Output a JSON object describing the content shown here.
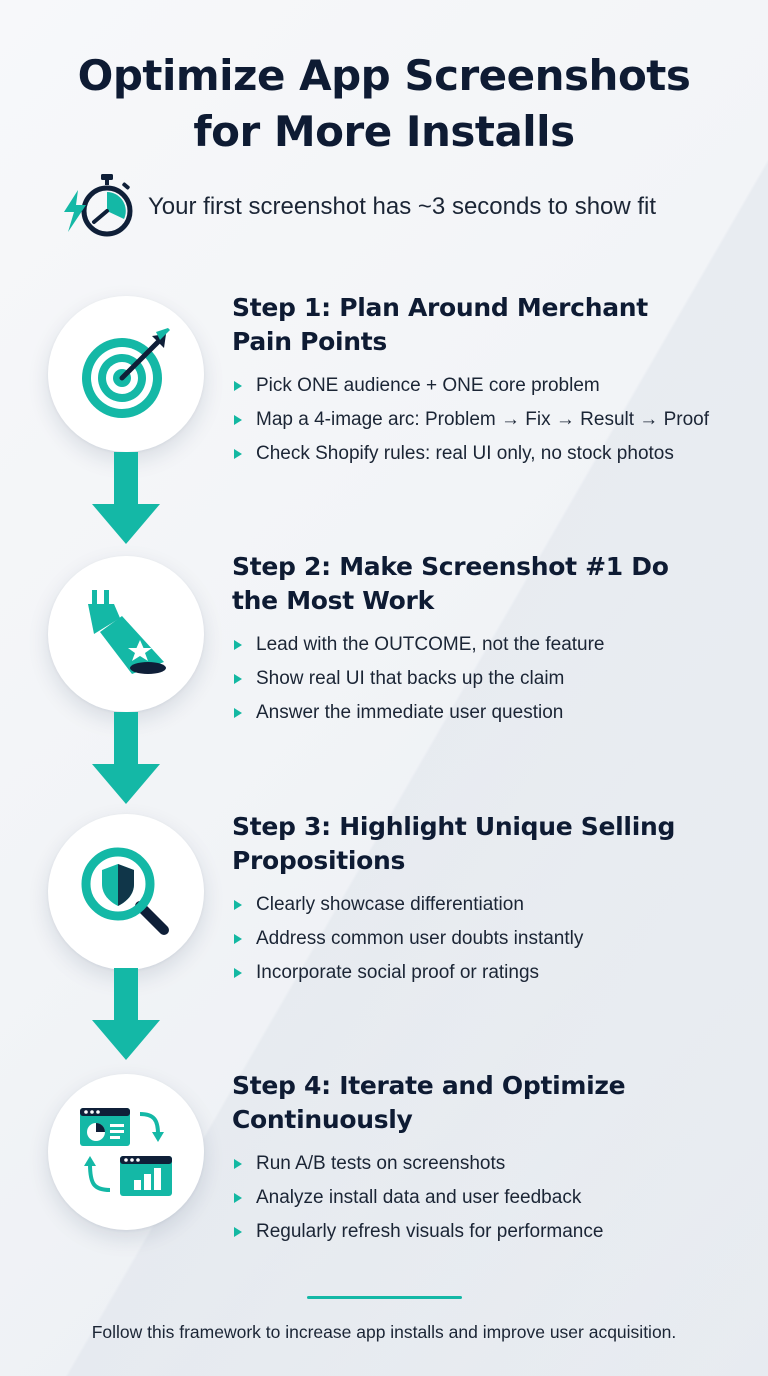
{
  "title_line1": "Optimize App Screenshots",
  "title_line2": "for More Installs",
  "subtitle": "Your first screenshot has ~3 seconds to show fit",
  "subtitle_icon": "stopwatch-lightning-icon",
  "accent_color": "#14b8a6",
  "steps": [
    {
      "title_line1": "Step 1: Plan Around Merchant",
      "title_line2": "Pain Points",
      "icon": "target-icon",
      "bullets": [
        "Pick ONE audience + ONE core problem",
        "Map a 4-image arc: Problem → Fix → Result → Proof",
        "Check Shopify rules: real UI only, no stock photos"
      ]
    },
    {
      "title_line1": "Step 2: Make Screenshot #1 Do",
      "title_line2": "the Most Work",
      "icon": "spotlight-star-icon",
      "bullets": [
        "Lead with the OUTCOME, not the feature",
        "Show real UI that backs up the claim",
        "Answer the immediate user question"
      ]
    },
    {
      "title_line1": "Step 3: Highlight Unique Selling",
      "title_line2": "Propositions",
      "icon": "magnifier-shield-icon",
      "bullets": [
        "Clearly showcase differentiation",
        "Address common user doubts instantly",
        "Incorporate social proof or ratings"
      ]
    },
    {
      "title_line1": "Step 4: Iterate and Optimize",
      "title_line2": "Continuously",
      "icon": "ab-test-windows-icon",
      "bullets": [
        "Run A/B tests on screenshots",
        "Analyze install data and user feedback",
        "Regularly refresh visuals for performance"
      ]
    }
  ],
  "footer": "Follow this framework to increase app installs and improve user acquisition."
}
